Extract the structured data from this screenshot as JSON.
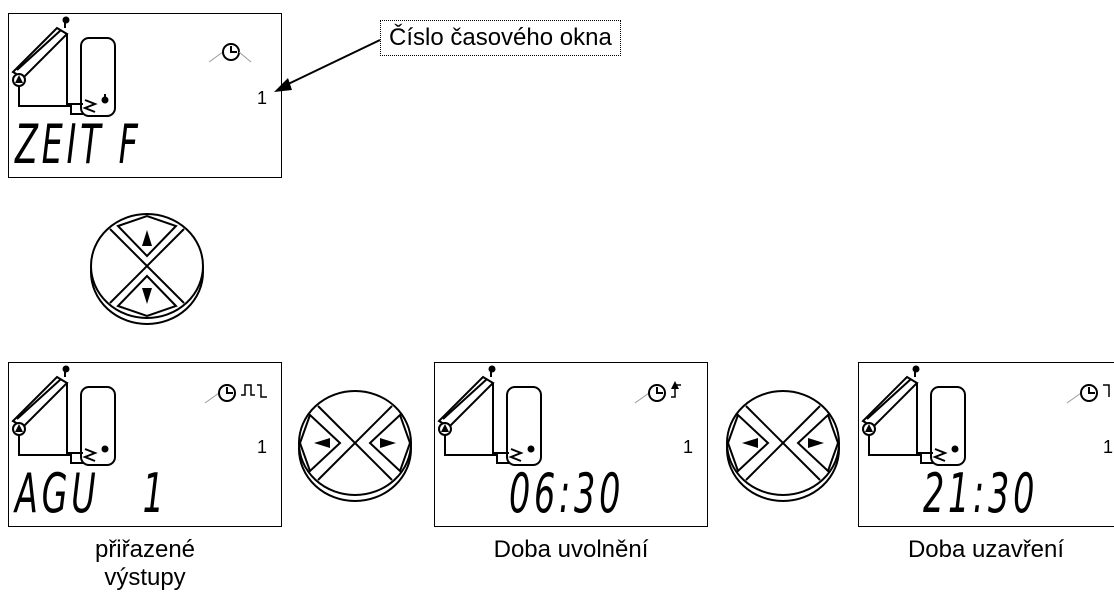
{
  "callout": {
    "text": "Číslo časového okna"
  },
  "displays": {
    "d0": {
      "number": "1",
      "segment": "ZEIT F"
    },
    "d1": {
      "number": "1",
      "segment": "AGU   1"
    },
    "d2": {
      "number": "1",
      "segment": "06:30"
    },
    "d3": {
      "number": "1",
      "segment": "21:30"
    }
  },
  "captions": {
    "c1_line1": "přiřazené",
    "c1_line2": "výstupy",
    "c2": "Doba uvolnění",
    "c3": "Doba uzavření"
  },
  "icons": {
    "solar": "solar-collector-icon",
    "tank": "storage-tank-icon",
    "pump": "pump-icon",
    "clock": "clock-icon",
    "nav_updown": "nav-up-down-icon",
    "nav_leftright": "nav-left-right-icon"
  }
}
